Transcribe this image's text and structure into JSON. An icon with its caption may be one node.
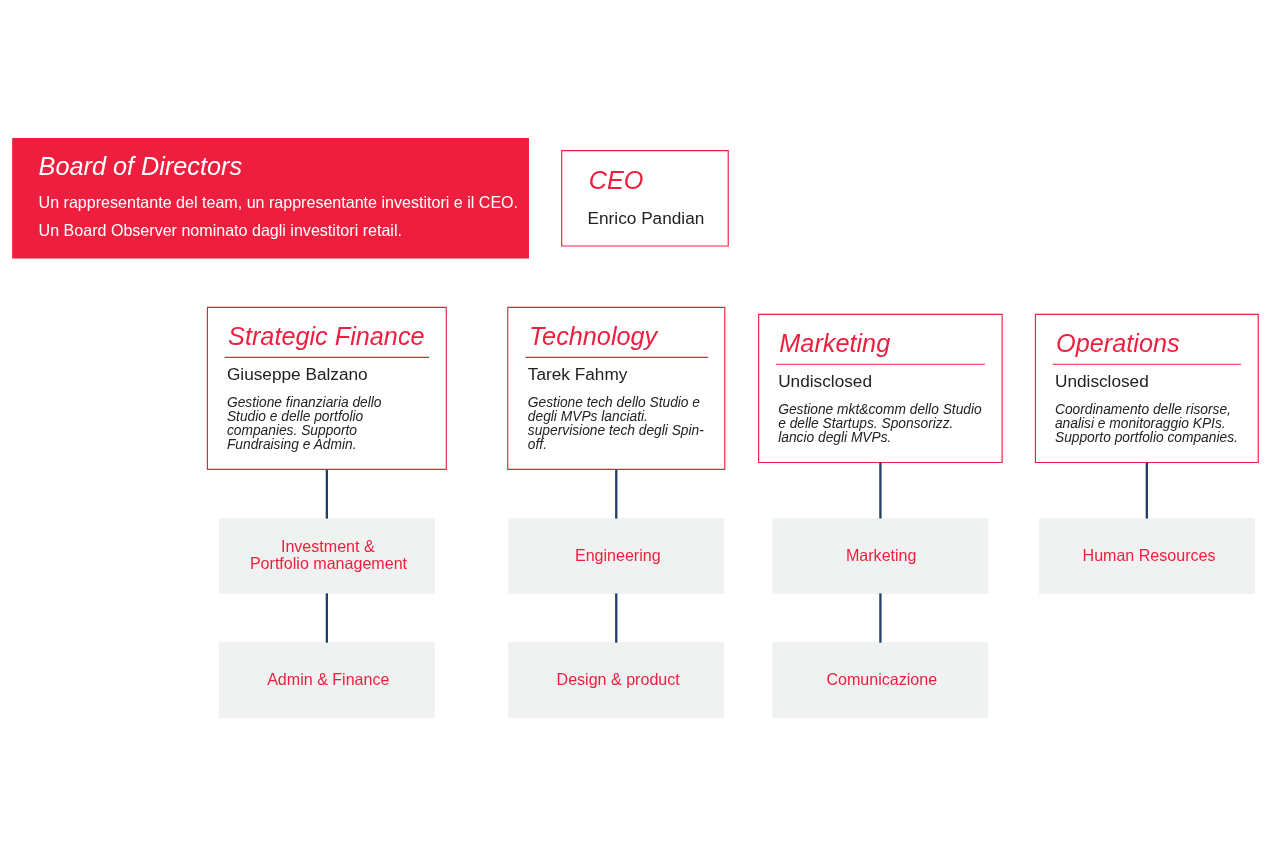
{
  "diagram": {
    "nodes": [
      {
        "text": [
          "Board of Directors",
          "Un rappresentante del team, un rappresentante investitori e il CEO.",
          "Un Board Observer nominato dagli investitori retail."
        ]
      },
      {
        "text": [
          "CEO",
          "Enrico Pandian"
        ]
      },
      {
        "text": [
          "Strategic Finance",
          "Giuseppe Balzano",
          "Gestione finanziaria dello Studio e delle portfolio companies. Supporto Fundraising e Admin."
        ]
      },
      {
        "text": [
          "Technology",
          "Tarek Fahmy",
          "Gestione tech dello Studio e degli MVPs lanciati. supervisione tech degli Spin-off."
        ]
      },
      {
        "text": [
          "Marketing",
          "Undisclosed",
          "Gestione mkt&comm dello Studio e delle Startups. Sponsorizz. lancio degli MVPs."
        ]
      },
      {
        "text": [
          "Operations",
          "Undisclosed",
          "Coordinamento delle risorse, analisi e monitoraggio KPIs. Supporto portfolio companies."
        ]
      },
      {
        "text": [
          "Investment & Portfolio management"
        ]
      },
      {
        "text": [
          "Engineering"
        ]
      },
      {
        "text": [
          "Marketing"
        ]
      },
      {
        "text": [
          "Human Resources"
        ]
      },
      {
        "text": [
          "Admin & Finance"
        ]
      },
      {
        "text": [
          "Design & product"
        ]
      },
      {
        "text": [
          "Comunicazione"
        ]
      }
    ],
    "edges": [
      {
        "from": 2,
        "to": 6,
        "arrow": "none"
      },
      {
        "from": 6,
        "to": 10,
        "arrow": "none"
      },
      {
        "from": 3,
        "to": 7,
        "arrow": "none"
      },
      {
        "from": 7,
        "to": 11,
        "arrow": "none"
      },
      {
        "from": 4,
        "to": 8,
        "arrow": "none"
      },
      {
        "from": 8,
        "to": 12,
        "arrow": "none"
      },
      {
        "from": 5,
        "to": 9,
        "arrow": "none"
      }
    ]
  }
}
